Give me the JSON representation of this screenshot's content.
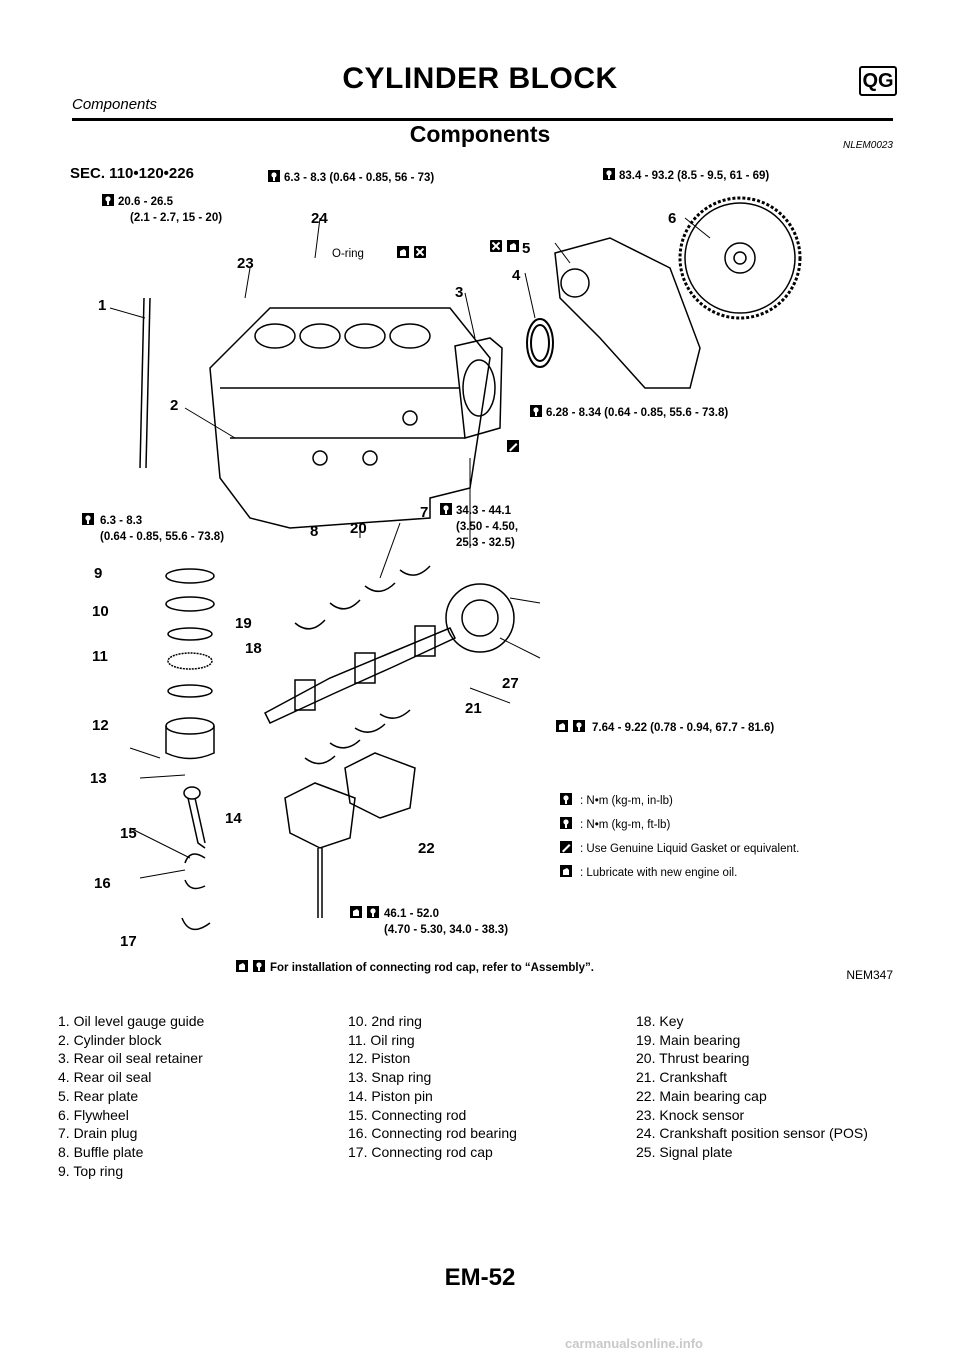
{
  "header": {
    "title": "CYLINDER BLOCK",
    "badge": "QG",
    "subtitle": "Components"
  },
  "section": {
    "title": "Components",
    "code": "NLEM0023"
  },
  "diagram": {
    "sec_label": "SEC. 110•120•226",
    "figure_ref": "NEM347",
    "torques": {
      "t1": "20.6 - 26.5",
      "t1b": "(2.1 - 2.7, 15 - 20)",
      "t2": "6.3 - 8.3 (0.64 - 0.85, 56 - 73)",
      "t3": "83.4 - 93.2 (8.5 - 9.5, 61 - 69)",
      "t4": "6.28 - 8.34 (0.64 - 0.85, 55.6 - 73.8)",
      "t5": "6.3 - 8.3",
      "t5b": "(0.64 - 0.85, 55.6 - 73.8)",
      "t6": "34.3 - 44.1",
      "t6b": "(3.50 - 4.50,",
      "t6c": "25.3 - 32.5)",
      "t7": "7.64 - 9.22 (0.78 - 0.94, 67.7 - 81.6)",
      "t8": "46.1 - 52.0",
      "t8b": "(4.70 - 5.30, 34.0 - 38.3)"
    },
    "oring": "O-ring",
    "install_note": "For installation of connecting rod cap, refer to “Assembly”.",
    "legend": [
      ": N•m (kg-m, in-lb)",
      ": N•m (kg-m, ft-lb)",
      ": Use Genuine Liquid Gasket or equivalent.",
      ": Lubricate with new engine oil."
    ],
    "callouts": [
      "1",
      "2",
      "3",
      "4",
      "5",
      "6",
      "7",
      "8",
      "9",
      "10",
      "11",
      "12",
      "13",
      "14",
      "15",
      "16",
      "17",
      "18",
      "19",
      "20",
      "21",
      "22",
      "23",
      "24",
      "27"
    ]
  },
  "parts": {
    "col1": [
      "1. Oil level gauge guide",
      "2. Cylinder block",
      "3. Rear oil seal retainer",
      "4. Rear oil seal",
      "5. Rear plate",
      "6. Flywheel",
      "7. Drain plug",
      "8. Buffle plate",
      "9. Top ring"
    ],
    "col2": [
      "10. 2nd ring",
      "11. Oil ring",
      "12. Piston",
      "13. Snap ring",
      "14. Piston pin",
      "15. Connecting rod",
      "16. Connecting rod bearing",
      "17. Connecting rod cap"
    ],
    "col3": [
      "18. Key",
      "19. Main bearing",
      "20. Thrust bearing",
      "21. Crankshaft",
      "22. Main bearing cap",
      "23. Knock sensor",
      "24. Crankshaft position sensor (POS)",
      "25. Signal plate"
    ]
  },
  "footer": {
    "page_number": "EM-52",
    "watermark": "carmanualsonline.info"
  }
}
